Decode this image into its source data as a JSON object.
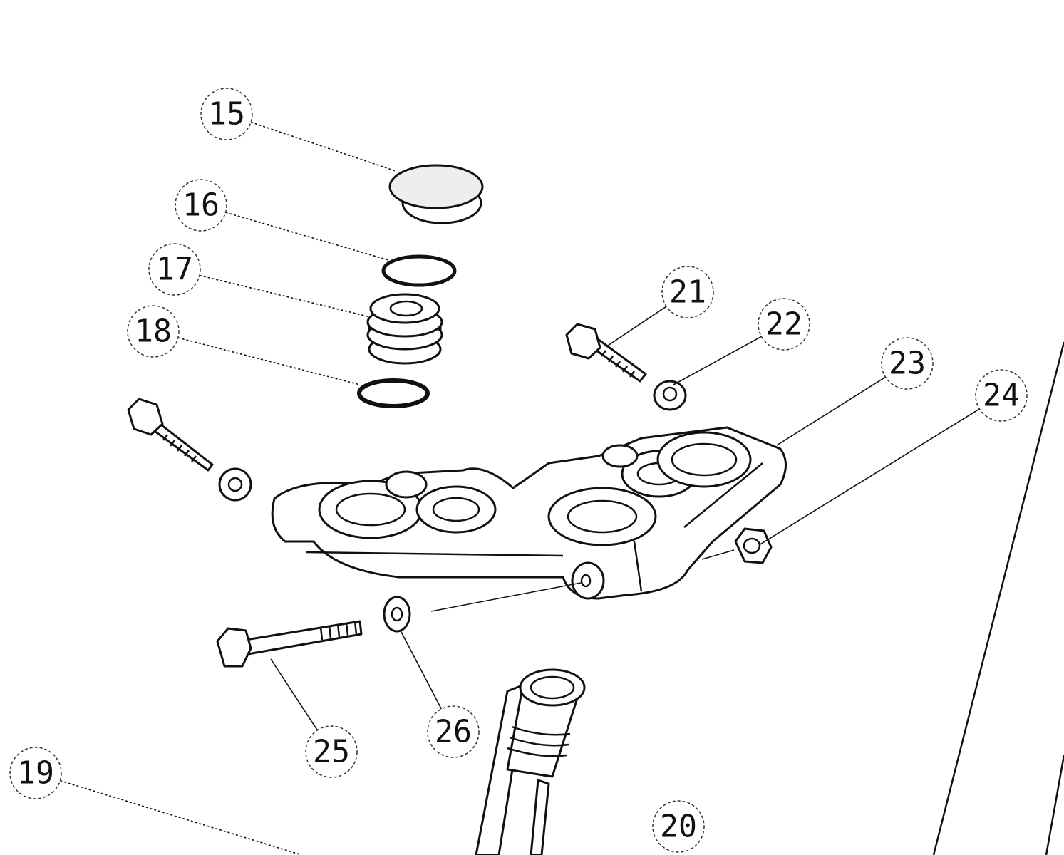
{
  "diagram": {
    "callouts": [
      {
        "id": "15",
        "label": "15"
      },
      {
        "id": "16",
        "label": "16"
      },
      {
        "id": "17",
        "label": "17"
      },
      {
        "id": "18",
        "label": "18"
      },
      {
        "id": "19",
        "label": "19"
      },
      {
        "id": "20",
        "label": "20"
      },
      {
        "id": "21",
        "label": "21"
      },
      {
        "id": "22",
        "label": "22"
      },
      {
        "id": "23",
        "label": "23"
      },
      {
        "id": "24",
        "label": "24"
      },
      {
        "id": "25",
        "label": "25"
      },
      {
        "id": "26",
        "label": "26"
      }
    ]
  }
}
